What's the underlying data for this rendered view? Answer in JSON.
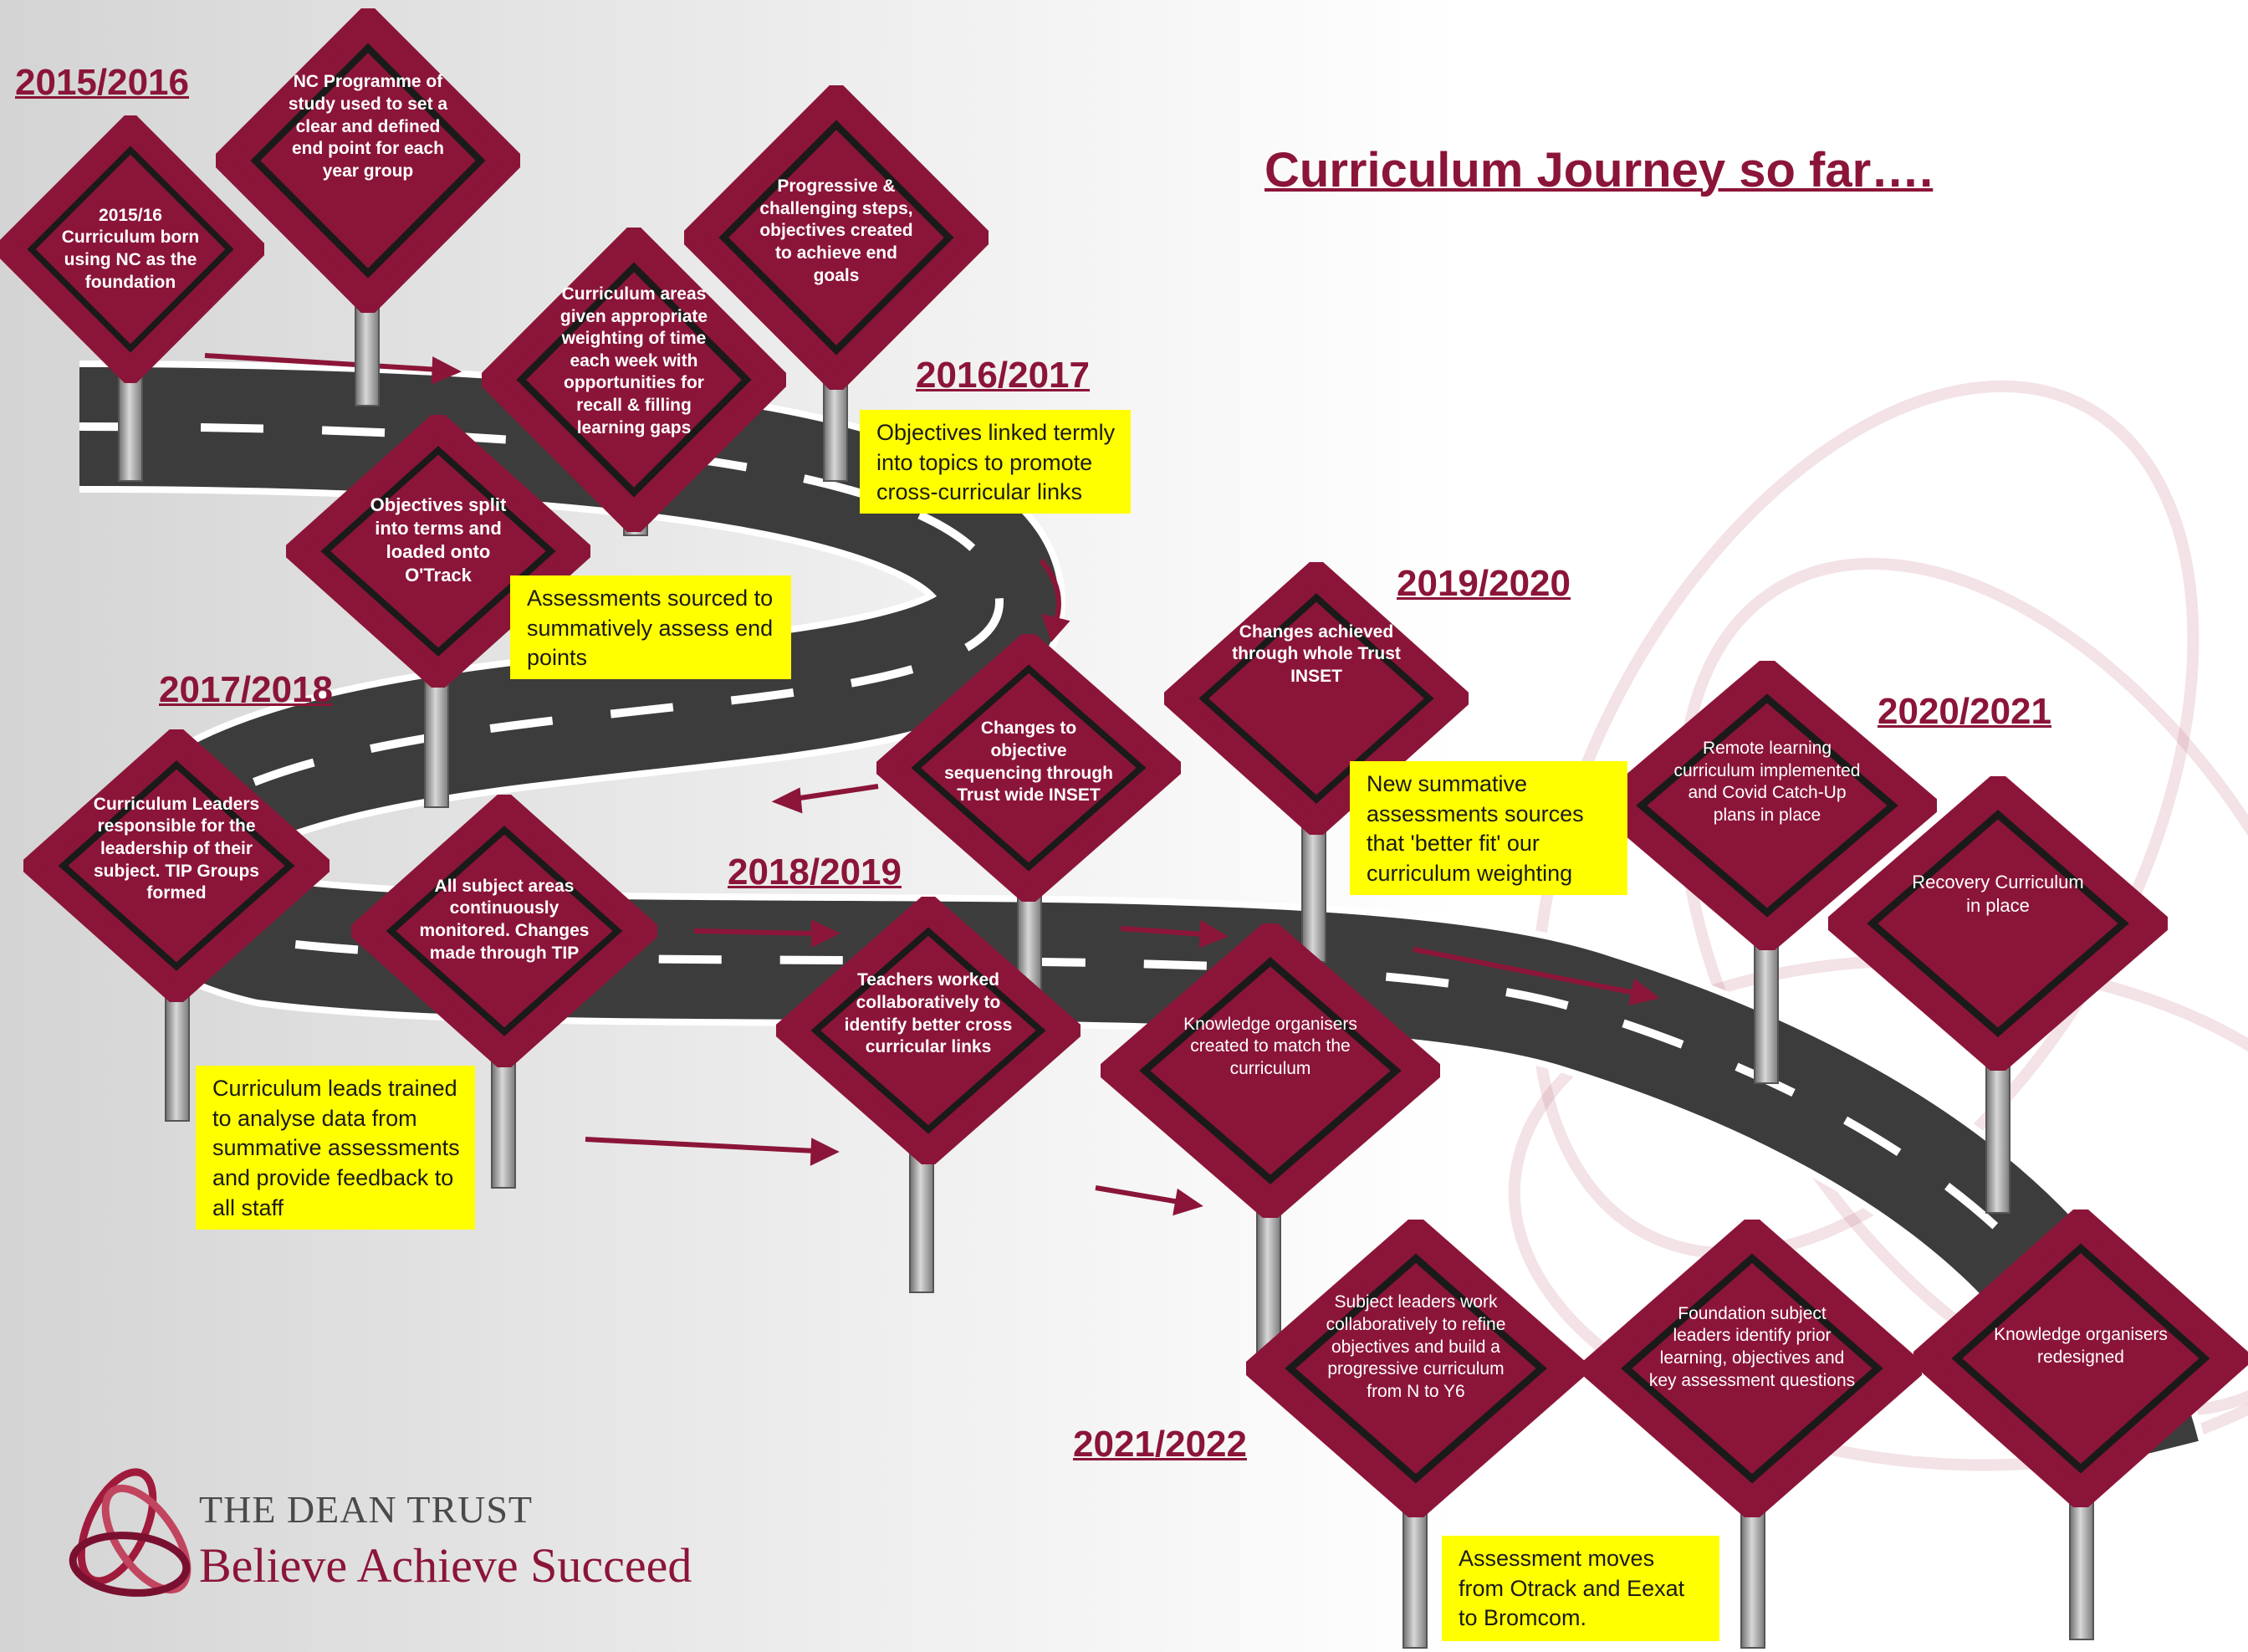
{
  "title": "Curriculum Journey so far….",
  "years": {
    "y2015": "2015/2016",
    "y2016": "2016/2017",
    "y2017": "2017/2018",
    "y2018": "2018/2019",
    "y2019": "2019/2020",
    "y2020": "2020/2021",
    "y2021": "2021/2022"
  },
  "signs": {
    "s1": "2015/16 Curriculum born using NC as the foundation",
    "s2": "NC Programme of study used to set a clear and defined end point for each year group",
    "s3": "Curriculum areas given appropriate weighting of time each week with opportunities for recall & filling learning gaps",
    "s4": "Progressive & challenging steps, objectives created to achieve end goals",
    "s5": "Objectives split into terms and loaded onto O'Track",
    "s6": "Curriculum Leaders responsible for the leadership of their subject. TIP Groups formed",
    "s7": "All subject areas continuously monitored. Changes made through TIP",
    "s8": "Changes to objective sequencing through Trust wide INSET",
    "s9": "Teachers worked collaboratively to identify better cross curricular links",
    "s10": "Changes achieved through whole Trust INSET",
    "s11": "Knowledge organisers created to match the curriculum",
    "s12": "Remote learning curriculum implemented and Covid Catch-Up plans in place",
    "s13": "Recovery Curriculum in place",
    "s14": "Subject leaders work collaboratively to refine objectives and build a progressive curriculum from N to Y6",
    "s15": "Foundation subject leaders identify prior learning, objectives and key assessment questions",
    "s16": "Knowledge organisers redesigned"
  },
  "notes": {
    "n1": "Objectives linked termly into topics to promote cross-curricular links",
    "n2": "Assessments sourced to summatively assess end points",
    "n3": "Curriculum leads trained to analyse data from summative assessments and provide feedback to all staff",
    "n4": "New summative assessments sources that 'better fit' our curriculum weighting",
    "n5": "Assessment moves from Otrack and Eexat to Bromcom."
  },
  "logo": {
    "name": "THE DEAN TRUST",
    "tagline": "Believe Achieve Succeed"
  },
  "colors": {
    "sign_fill": "#8b1538",
    "road": "#3c3c3c",
    "note_bg": "#ffff00",
    "pole": "#9a9a9a"
  }
}
